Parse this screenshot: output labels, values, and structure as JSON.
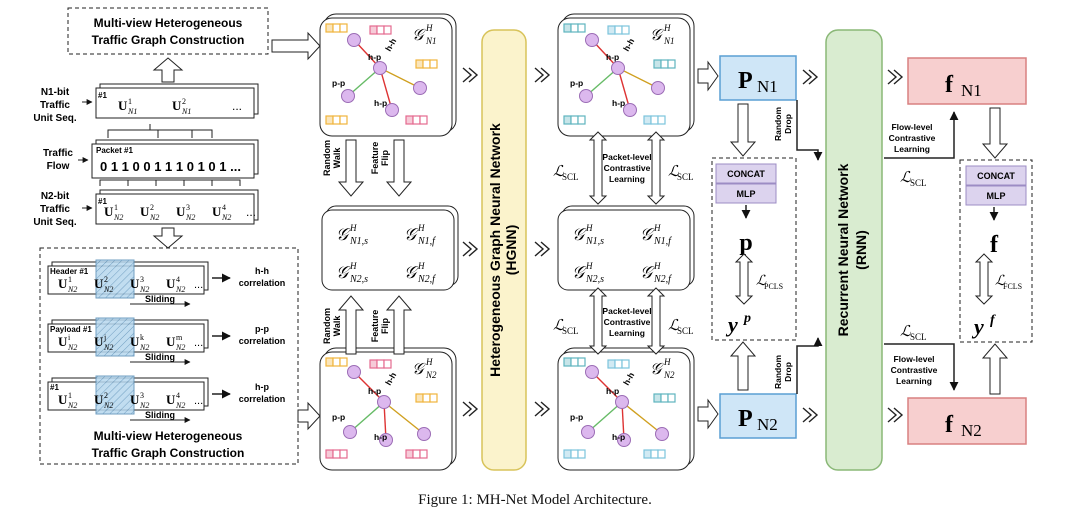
{
  "caption": "Figure 1: MH-Net Model Architecture.",
  "top_construction_title": [
    "Multi-view Heterogeneous",
    "Traffic Graph Construction"
  ],
  "bottom_construction_title": [
    "Multi-view Heterogeneous",
    "Traffic Graph Construction"
  ],
  "n1_label": [
    "N1-bit",
    "Traffic",
    "Unit Seq."
  ],
  "n2_label": [
    "N2-bit",
    "Traffic",
    "Unit Seq."
  ],
  "flow_label": [
    "Traffic",
    "Flow"
  ],
  "packet_tag": "Packet #1",
  "bits": "0 1 1 0 0 1 1 1 0 1 0 1 ...",
  "seq_tag": "#1",
  "ellipsis": "...",
  "n1_units": [
    "U",
    "U"
  ],
  "n1_sup": [
    "1",
    "2"
  ],
  "n1_sub": "N1",
  "n2_units": [
    "U",
    "U",
    "U",
    "U"
  ],
  "n2_sup": [
    "1",
    "2",
    "3",
    "4"
  ],
  "n2_sub": "N2",
  "header_tag": "Header #1",
  "payload_tag": "Payload #1",
  "sliding": "Sliding",
  "hh_corr": [
    "h-h",
    "correlation"
  ],
  "pp_corr": [
    "p-p",
    "correlation"
  ],
  "hp_corr": [
    "h-p",
    "correlation"
  ],
  "payload_sup": [
    "i",
    "j",
    "k",
    "m"
  ],
  "graph_g": "𝒢",
  "graph_h": "H",
  "edge_hp": "h-p",
  "edge_hh": "h-h",
  "edge_pp": "p-p",
  "random_walk": [
    "Random",
    "Walk"
  ],
  "feature_flip": [
    "Feature",
    "Flip"
  ],
  "aug_graphs": [
    [
      "N1,s",
      "N1,f"
    ],
    [
      "N2,s",
      "N2,f"
    ]
  ],
  "hgnn_label": [
    "Heterogeneous Graph Neural Network",
    "(HGNN)"
  ],
  "rnn_label": [
    "Recurrent Neural Network",
    "(RNN)"
  ],
  "l_scl": "ℒ",
  "scl_sub": "SCL",
  "packet_cl": [
    "Packet-level",
    "Contrastive",
    "Learning"
  ],
  "flow_cl": [
    "Flow-level",
    "Contrastive",
    "Learning"
  ],
  "p_n1": [
    "P",
    "N1"
  ],
  "p_n2": [
    "P",
    "N2"
  ],
  "f_n1": [
    "f",
    "N1"
  ],
  "f_n2": [
    "f",
    "N2"
  ],
  "random_drop": [
    "Random",
    "Drop"
  ],
  "concat": "CONCAT",
  "mlp": "MLP",
  "p_vec": "p",
  "f_vec": "f",
  "y_p": [
    "y",
    "p"
  ],
  "y_f": [
    "y",
    "f"
  ],
  "pcls_sub": "PCLS",
  "fcls_sub": "FCLS",
  "colors": {
    "hgnn_fill": "#fbf3cc",
    "hgnn_stroke": "#d8c35a",
    "rnn_fill": "#d9ecd0",
    "rnn_stroke": "#8ab877",
    "p_fill": "#cfe6f7",
    "p_stroke": "#5a9fd4",
    "f_fill": "#f7cfcf",
    "f_stroke": "#d88080",
    "mlp_fill": "#dcd3ee",
    "mlp_stroke": "#9c8cc4",
    "node_purple": "#dcb8ee",
    "node_stroke": "#9b6cb5",
    "orange": "#f0b43c",
    "pink": "#e46a8f",
    "teal": "#5fb4bf",
    "blue_cell": "#7cc4dc",
    "slide": "#a9cfe6"
  }
}
